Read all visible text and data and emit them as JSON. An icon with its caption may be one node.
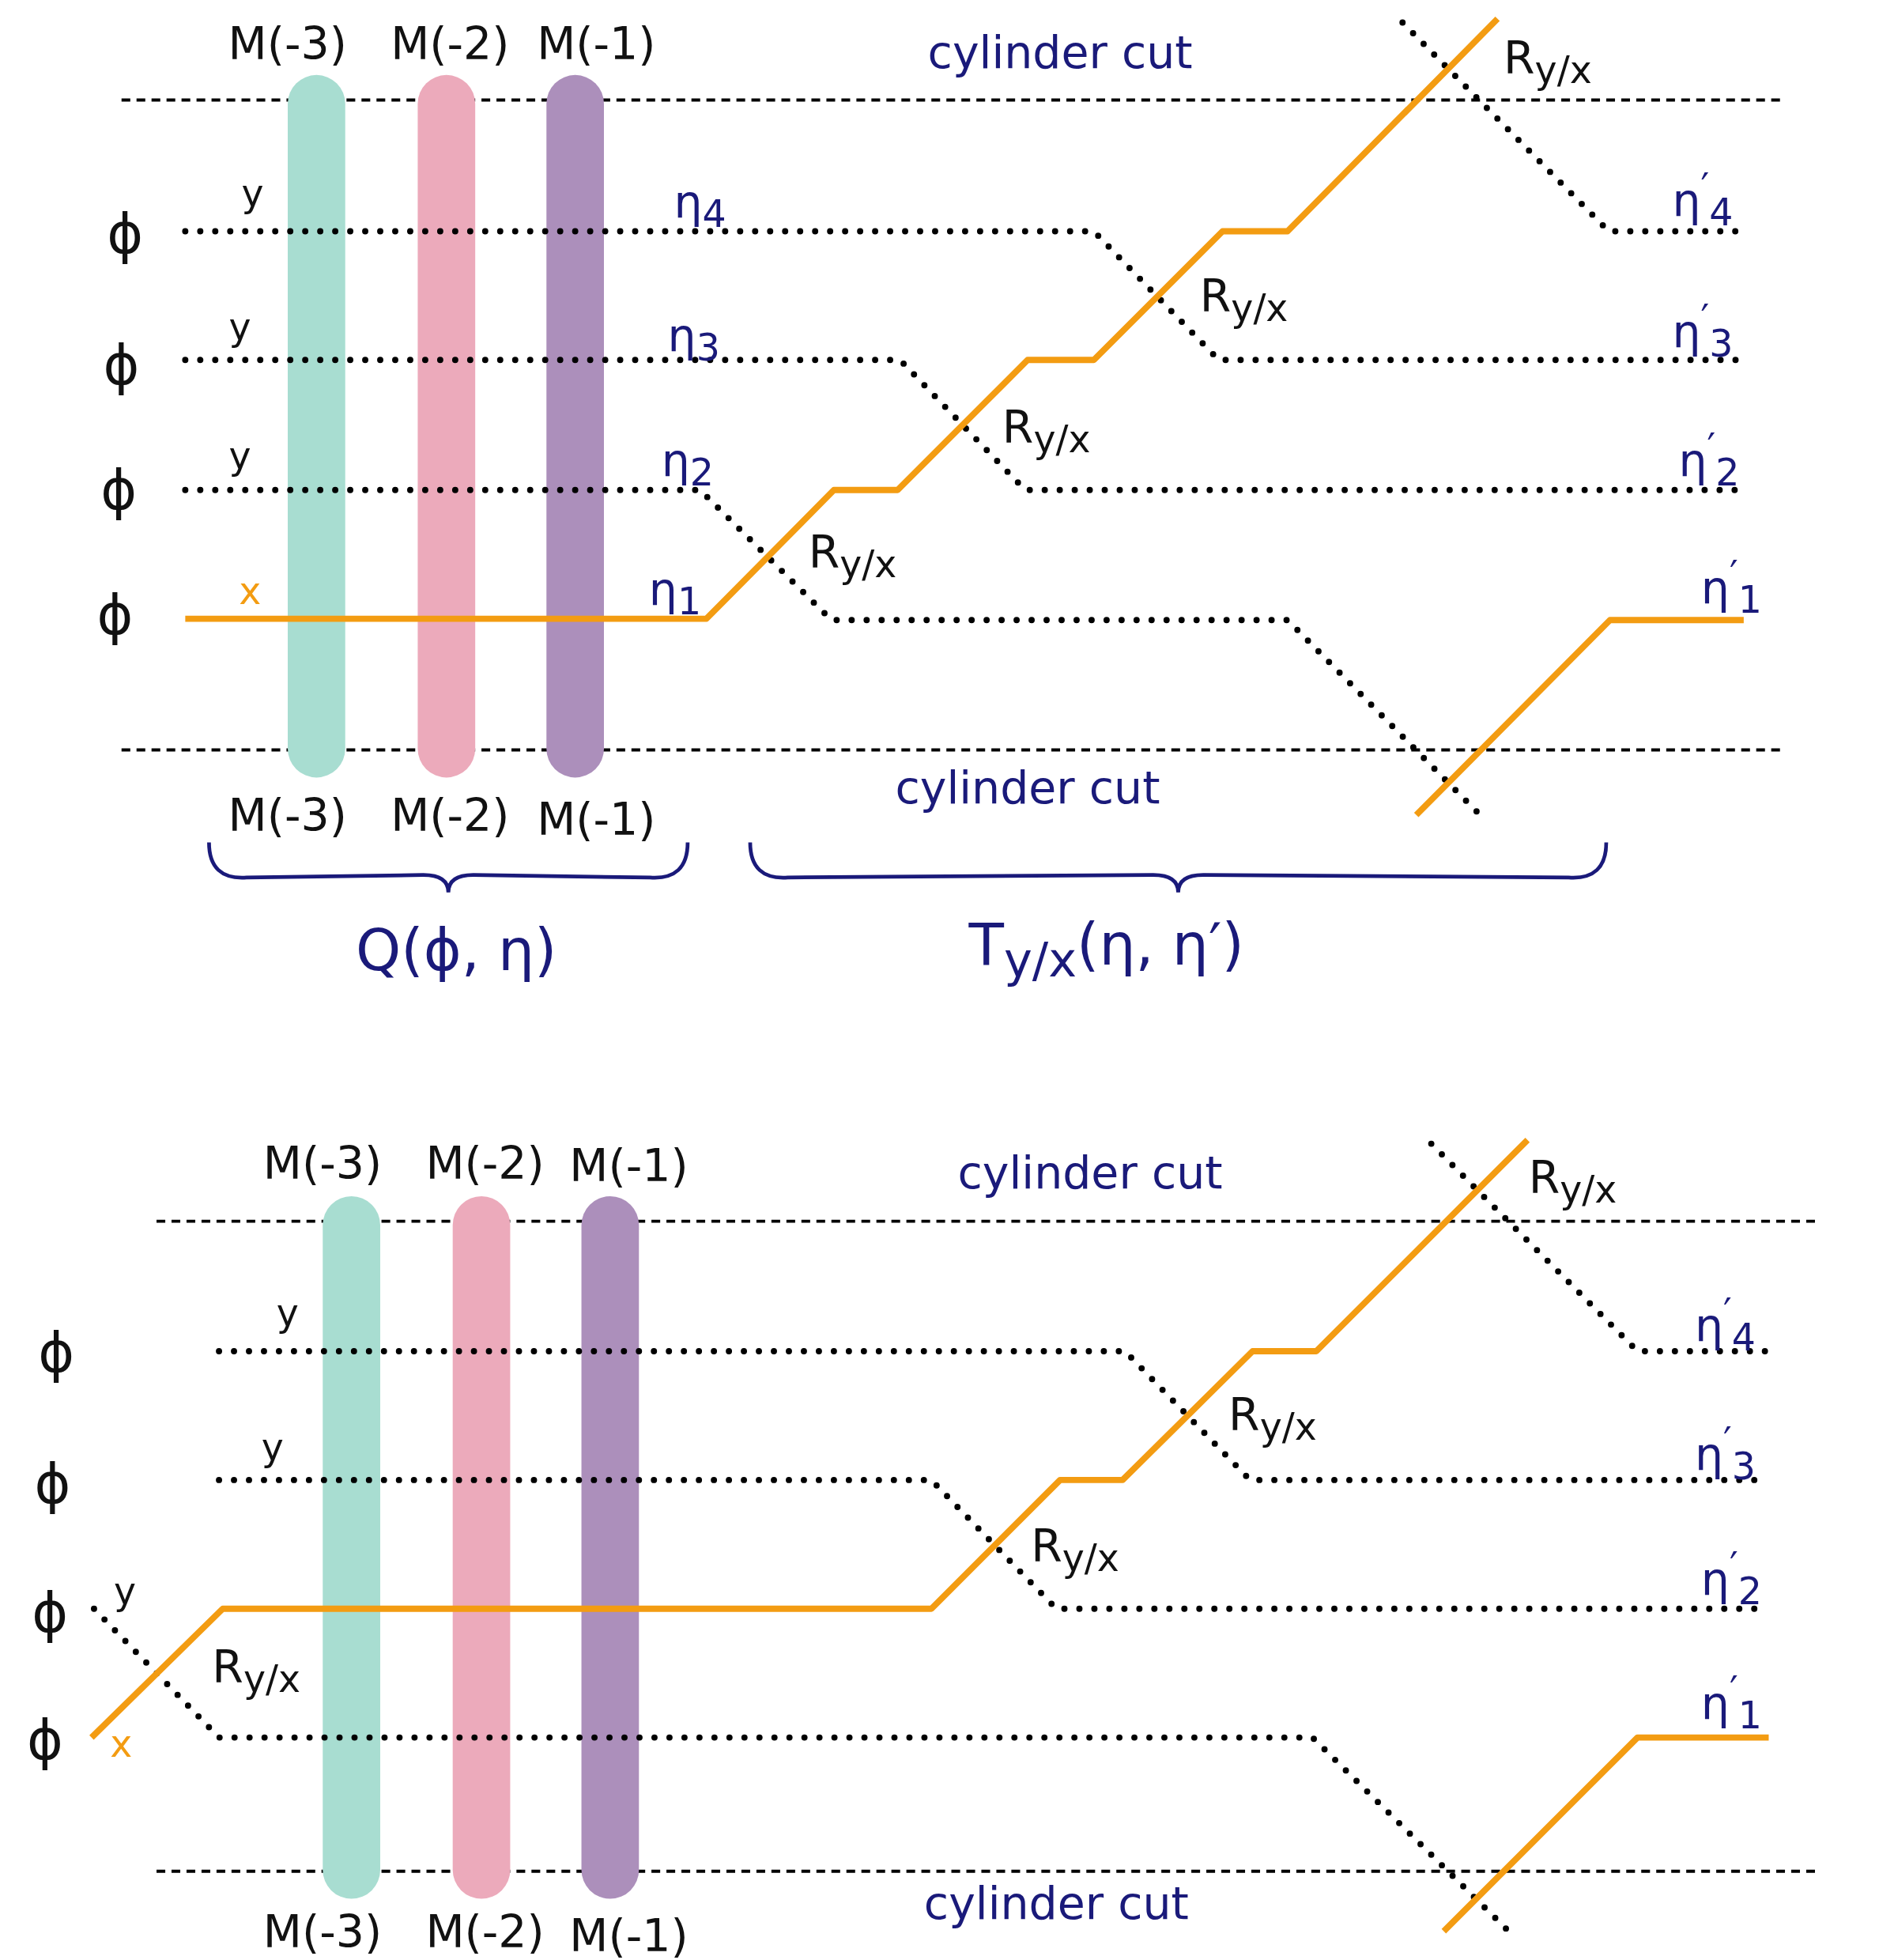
{
  "diagram": {
    "nodes": [
      {
        "text": [],
        "shape": "bar"
      },
      {
        "text": [],
        "shape": "bar"
      },
      {
        "text": [],
        "shape": "bar"
      },
      {
        "text": [],
        "shape": "bar"
      },
      {
        "text": [],
        "shape": "bar"
      },
      {
        "text": [],
        "shape": "bar"
      }
    ],
    "labels": [
      "M(-3)",
      "M(-2)",
      "M(-1)",
      "cylinder cut",
      "R$_{y/x}$",
      "y",
      "η$_{4}$",
      "η$^{′}$$_{4}$",
      "ϕ",
      "R$_{y/x}$",
      "y",
      "η$_{3}$",
      "η$^{′}$$_{3}$",
      "ϕ",
      "R$_{y/x}$",
      "y",
      "η$_{2}$",
      "η$^{′}$$_{2}$",
      "ϕ",
      "R$_{y/x}$",
      "x",
      "η$_{1}$",
      "η$^{′}$$_{1}$",
      "ϕ",
      "M(-3)",
      "M(-2)",
      "M(-1)",
      "cylinder cut",
      "Q(ϕ, η)",
      "T$_{y/x}$(η, η′)",
      "M(-3)",
      "M(-2)",
      "M(-1)",
      "cylinder cut",
      "R$_{y/x}$",
      "y",
      "η$^{′}$$_{4}$",
      "ϕ",
      "R$_{y/x}$",
      "y",
      "η$^{′}$$_{3}$",
      "ϕ",
      "R$_{y/x}$",
      "ϕ",
      "y",
      "η$^{′}$$_{2}$",
      "R$_{y/x}$",
      "η$^{′}$$_{1}$",
      "ϕ",
      "x",
      "M(-3)",
      "M(-2)",
      "M(-1)",
      "cylinder cut"
    ]
  }
}
